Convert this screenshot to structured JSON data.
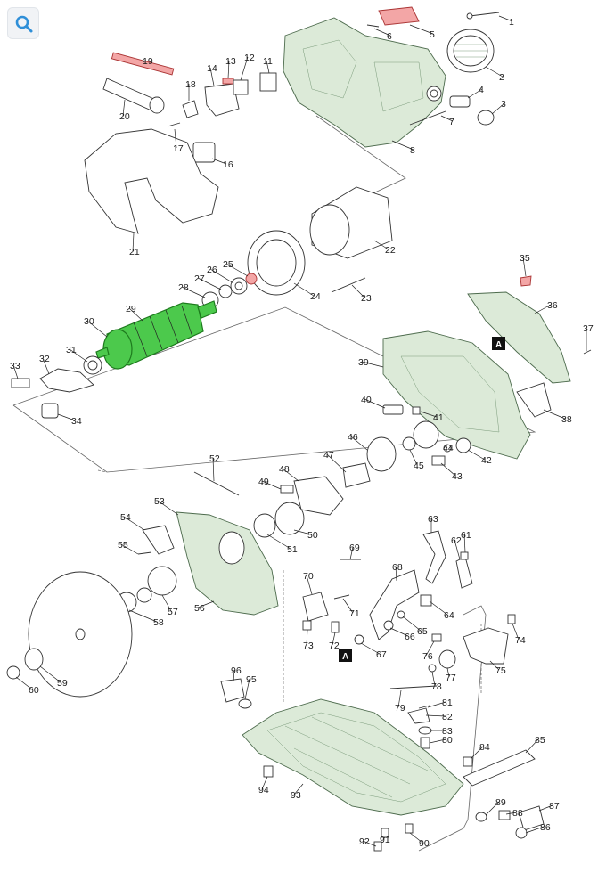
{
  "toolbar": {
    "zoom_icon": "magnifier-icon"
  },
  "diagram": {
    "reference_marker": "A",
    "part_numbers": [
      "1",
      "2",
      "3",
      "4",
      "5",
      "6",
      "7",
      "8",
      "11",
      "12",
      "13",
      "14",
      "16",
      "17",
      "18",
      "19",
      "20",
      "21",
      "22",
      "23",
      "24",
      "25",
      "26",
      "27",
      "28",
      "29",
      "30",
      "31",
      "32",
      "33",
      "34",
      "35",
      "36",
      "37",
      "38",
      "39",
      "40",
      "41",
      "42",
      "43",
      "44",
      "45",
      "46",
      "47",
      "48",
      "49",
      "50",
      "51",
      "52",
      "53",
      "54",
      "55",
      "56",
      "57",
      "58",
      "59",
      "60",
      "61",
      "62",
      "63",
      "64",
      "65",
      "66",
      "67",
      "68",
      "69",
      "70",
      "71",
      "72",
      "73",
      "74",
      "75",
      "76",
      "77",
      "78",
      "79",
      "80",
      "81",
      "82",
      "83",
      "84",
      "85",
      "86",
      "87",
      "88",
      "89",
      "90",
      "91",
      "92",
      "93",
      "94",
      "95",
      "96"
    ],
    "highlighted_part": "29",
    "highlight_color": "#4cc94c",
    "marked_parts_color": "#f3a6a6",
    "assembly_color": "#dcead8"
  }
}
